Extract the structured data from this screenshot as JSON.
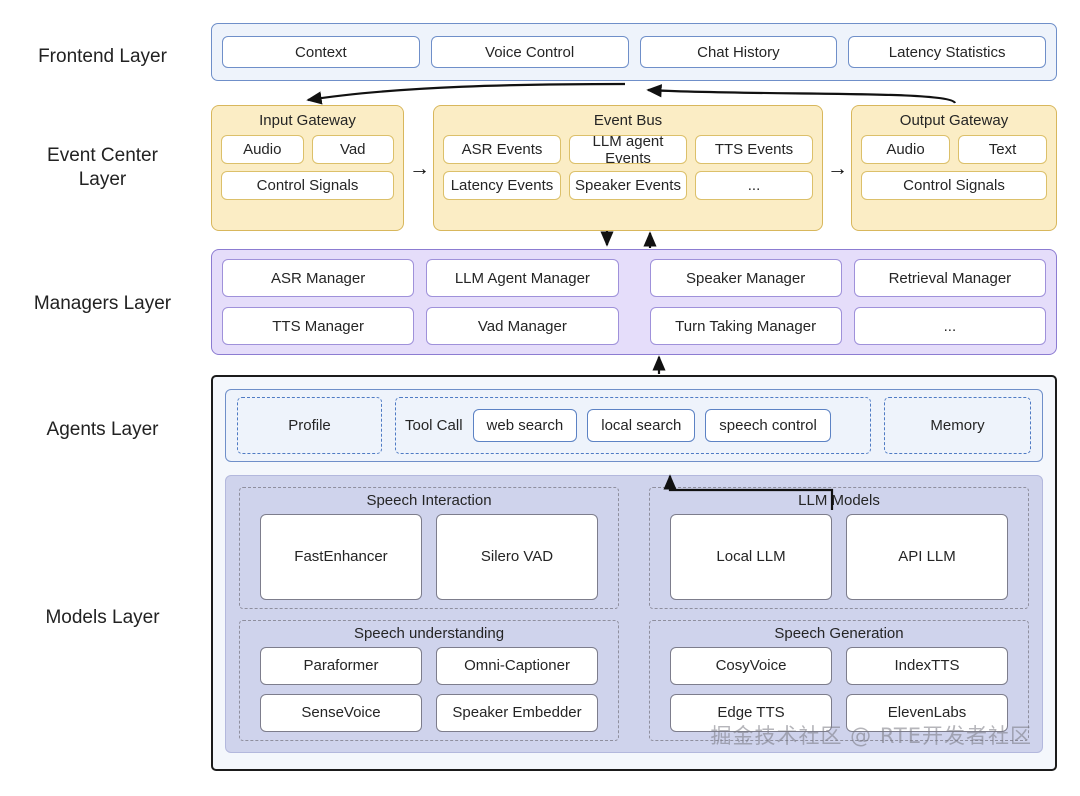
{
  "layers": [
    {
      "name": "Frontend Layer"
    },
    {
      "name": "Event Center\nLayer"
    },
    {
      "name": "Managers Layer"
    },
    {
      "name": "Agents Layer"
    },
    {
      "name": "Models Layer"
    }
  ],
  "frontend": {
    "items": [
      {
        "label": "Context"
      },
      {
        "label": "Voice Control"
      },
      {
        "label": "Chat History"
      },
      {
        "label": "Latency Statistics"
      }
    ]
  },
  "event_center": {
    "input_gateway": {
      "title": "Input Gateway",
      "rows": [
        [
          "Audio",
          "Vad"
        ],
        [
          "Control Signals"
        ]
      ]
    },
    "event_bus": {
      "title": "Event Bus",
      "rows": [
        [
          "ASR Events",
          "LLM agent Events",
          "TTS Events"
        ],
        [
          "Latency Events",
          "Speaker Events",
          "..."
        ]
      ]
    },
    "output_gateway": {
      "title": "Output Gateway",
      "rows": [
        [
          "Audio",
          "Text"
        ],
        [
          "Control Signals"
        ]
      ]
    },
    "arrow_in": "→",
    "arrow_out": "→"
  },
  "managers": {
    "rows": [
      [
        "ASR Manager",
        "LLM Agent Manager",
        "Speaker Manager",
        "Retrieval Manager"
      ],
      [
        "TTS Manager",
        "Vad Manager",
        "Turn Taking Manager",
        "..."
      ]
    ]
  },
  "agents": {
    "profile": {
      "label": "Profile"
    },
    "tool_call": {
      "label": "Tool Call",
      "tools": [
        {
          "label": "web search"
        },
        {
          "label": "local search"
        },
        {
          "label": "speech  control"
        }
      ]
    },
    "memory": {
      "label": "Memory"
    }
  },
  "models": {
    "groups": [
      {
        "title": "Speech Interaction",
        "tall": true,
        "columns": [
          [
            "FastEnhancer"
          ],
          [
            "Silero  VAD"
          ]
        ]
      },
      {
        "title": "LLM Models",
        "tall": true,
        "columns": [
          [
            "Local LLM"
          ],
          [
            "API LLM"
          ]
        ]
      },
      {
        "title": "Speech understanding",
        "tall": false,
        "columns": [
          [
            "Paraformer",
            "SenseVoice"
          ],
          [
            "Omni-Captioner",
            "Speaker Embedder"
          ]
        ]
      },
      {
        "title": "Speech Generation",
        "tall": false,
        "columns": [
          [
            "CosyVoice",
            "Edge TTS"
          ],
          [
            "IndexTTS",
            "ElevenLabs"
          ]
        ]
      }
    ]
  },
  "watermark": {
    "text": "掘金技术社区 @ RTE开发者社区"
  },
  "colors": {
    "frontend_fill": "#eef3fb",
    "frontend_border": "#6f8fc9",
    "event_fill": "#fbedc5",
    "event_border": "#d8b75c",
    "managers_fill": "#e5ddfa",
    "managers_border": "#8c7cd2",
    "models_fill": "#cfd3ec",
    "frame_border": "#1b1b1b"
  }
}
